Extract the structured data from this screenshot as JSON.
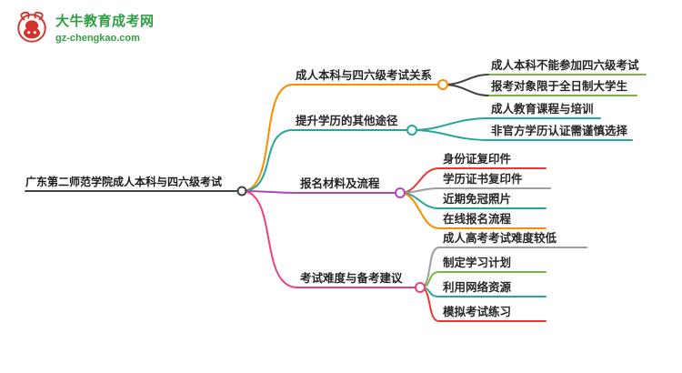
{
  "logo": {
    "site_name": "大牛教育成考网",
    "site_url": "gz-chengkao.com",
    "name_color": "#2f9e44",
    "icon_color": "#d0342c"
  },
  "palette": {
    "orange": "#fb8c00",
    "teal": "#26a69a",
    "purple": "#ab47bc",
    "pink": "#ec407a",
    "green": "#7cb342",
    "red": "#e53935",
    "gray": "#9e9e9e",
    "dark": "#424242",
    "brand_green": "#2f9e44",
    "brand_red": "#d0342c"
  },
  "mindmap": {
    "root": {
      "label": "广东第二师范学院成人本科与四六级考试",
      "color": "#424242"
    },
    "branches": [
      {
        "label": "成人本科与四六级考试关系",
        "color": "#fb8c00",
        "children": [
          {
            "label": "成人本科不能参加四六级考试",
            "color": "#7cb342",
            "edge_color": "#424242"
          },
          {
            "label": "报考对象限于全日制大学生",
            "color": "#7cb342",
            "edge_color": "#424242"
          }
        ]
      },
      {
        "label": "提升学历的其他途径",
        "color": "#26a69a",
        "children": [
          {
            "label": "成人教育课程与培训",
            "color": "#26a69a",
            "edge_color": "#26a69a"
          },
          {
            "label": "非官方学历认证需谨慎选择",
            "color": "#26a69a",
            "edge_color": "#26a69a"
          }
        ]
      },
      {
        "label": "报名材料及流程",
        "color": "#ab47bc",
        "children": [
          {
            "label": "身份证复印件",
            "color": "#e53935",
            "edge_color": "#e53935"
          },
          {
            "label": "学历证书复印件",
            "color": "#9e9e9e",
            "edge_color": "#9e9e9e"
          },
          {
            "label": "近期免冠照片",
            "color": "#26a69a",
            "edge_color": "#26a69a"
          },
          {
            "label": "在线报名流程",
            "color": "#fb8c00",
            "edge_color": "#fb8c00"
          }
        ]
      },
      {
        "label": "考试难度与备考建议",
        "color": "#ec407a",
        "children": [
          {
            "label": "成人高考考试难度较低",
            "color": "#9e9e9e",
            "edge_color": "#9e9e9e"
          },
          {
            "label": "制定学习计划",
            "color": "#7cb342",
            "edge_color": "#7cb342"
          },
          {
            "label": "利用网络资源",
            "color": "#26a69a",
            "edge_color": "#26a69a"
          },
          {
            "label": "模拟考试练习",
            "color": "#e53935",
            "edge_color": "#e53935"
          }
        ]
      }
    ]
  }
}
